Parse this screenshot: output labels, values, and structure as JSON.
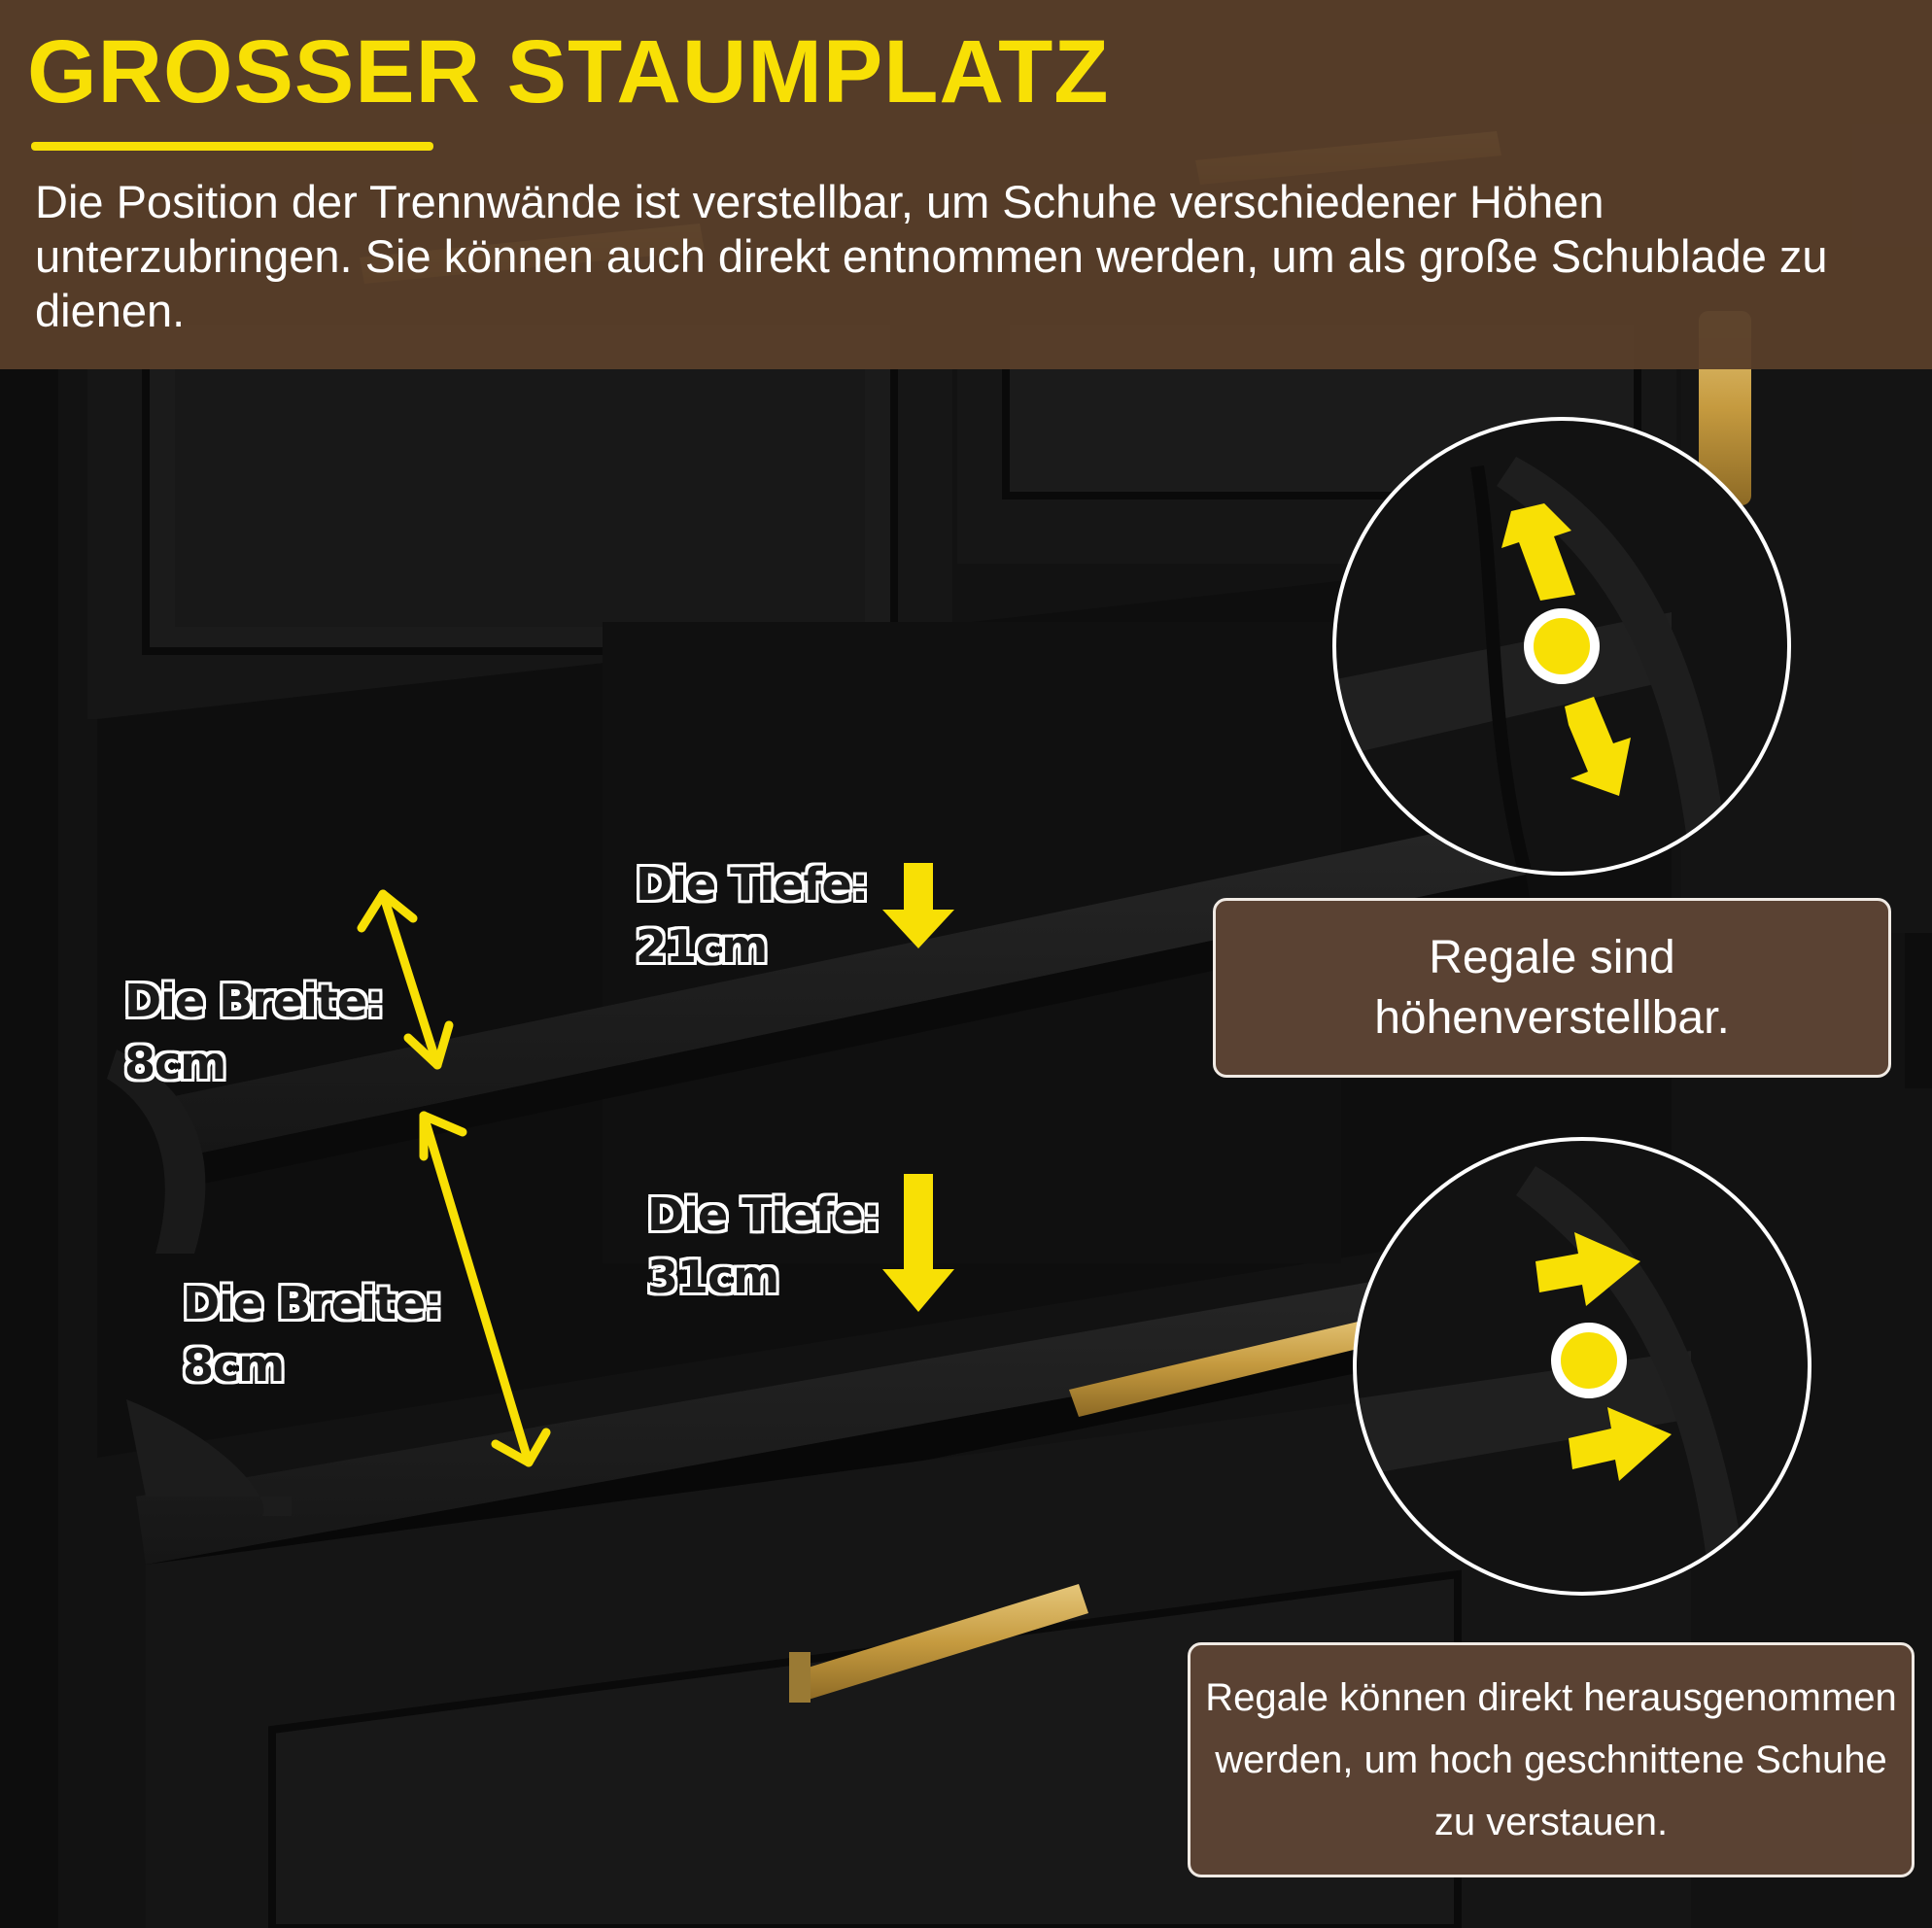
{
  "header": {
    "title": "GROSSER STAUMPLATZ",
    "description": "Die Position der Trennwände ist verstellbar, um Schuhe verschiedener Höhen unterzubringen. Sie können auch direkt entnommen werden, um als große Schublade zu dienen."
  },
  "dimensions": {
    "upper_width": {
      "label": "Die Breite:",
      "value": "8cm"
    },
    "upper_depth": {
      "label": "Die Tiefe:",
      "value": "21cm"
    },
    "lower_width": {
      "label": "Die Breite:",
      "value": "8cm"
    },
    "lower_depth": {
      "label": "Die Tiefe:",
      "value": "31cm"
    }
  },
  "callouts": {
    "adjustable": "Regale sind höhenverstellbar.",
    "removable": "Regale können direkt herausgenommen werden, um hoch geschnittene Schuhe zu verstauen."
  },
  "colors": {
    "accent_yellow": "#f8e005",
    "header_brown": "#583e2a",
    "callout_brown": "#5a4233",
    "cabinet_black": "#151515",
    "gold_handle": "#c9a24a"
  },
  "icons": [
    "arrow-up-icon",
    "arrow-down-icon",
    "arrow-right-icon",
    "double-arrow-icon",
    "pivot-dot-icon"
  ]
}
